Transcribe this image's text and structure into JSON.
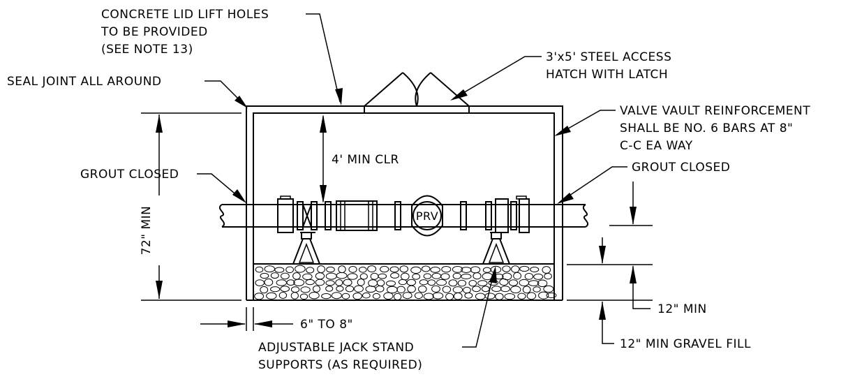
{
  "labels": {
    "lift_holes": [
      "CONCRETE LID LIFT HOLES",
      "TO BE PROVIDED",
      "(SEE NOTE 13)"
    ],
    "hatch": [
      "3'x5' STEEL ACCESS",
      "HATCH WITH LATCH"
    ],
    "seal_joint": "SEAL JOINT ALL AROUND",
    "reinforcement": [
      "VALVE VAULT REINFORCEMENT",
      "SHALL BE NO. 6 BARS AT 8\"",
      "C-C EA WAY"
    ],
    "min_clr": "4' MIN CLR",
    "grout_left": "GROUT CLOSED",
    "grout_right": "GROUT CLOSED",
    "height_min": "72\" MIN",
    "prv": "PRV",
    "wall_thickness": "6\" TO 8\"",
    "jack_stand": [
      "ADJUSTABLE JACK STAND",
      "SUPPORTS (AS REQUIRED)"
    ],
    "pipe_clearance": "12\" MIN",
    "gravel_fill": "12\" MIN GRAVEL FILL"
  }
}
